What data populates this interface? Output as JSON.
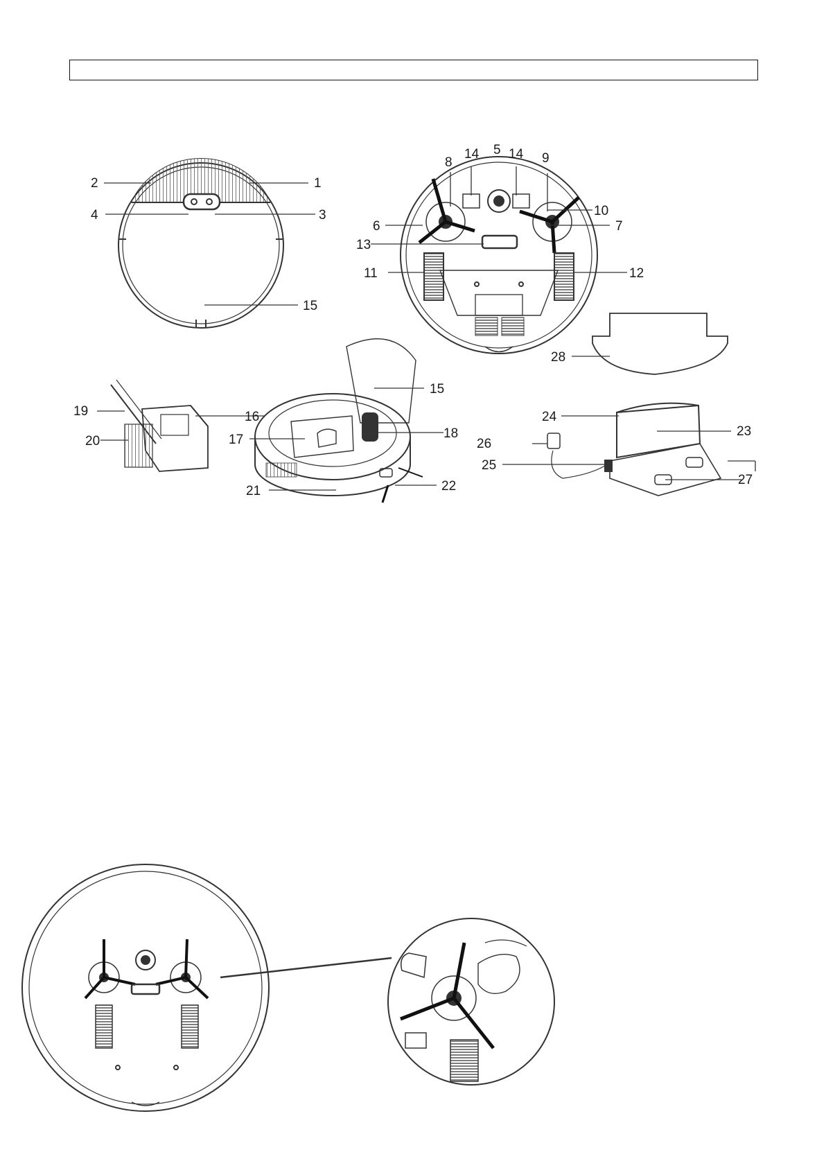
{
  "header": {
    "text": ""
  },
  "figure1": {
    "labels": {
      "l1": "1",
      "l2": "2",
      "l3": "3",
      "l4": "4",
      "l5": "5",
      "l6": "6",
      "l7": "7",
      "l8": "8",
      "l9": "9",
      "l10": "10",
      "l11": "11",
      "l12": "12",
      "l13": "13",
      "l14a": "14",
      "l14b": "14",
      "l15a": "15",
      "l15b": "15",
      "l16": "16",
      "l17": "17",
      "l18": "18",
      "l19": "19",
      "l20": "20",
      "l21": "21",
      "l22": "22",
      "l23": "23",
      "l24": "24",
      "l25": "25",
      "l26": "26",
      "l27": "27",
      "l28": "28"
    }
  }
}
